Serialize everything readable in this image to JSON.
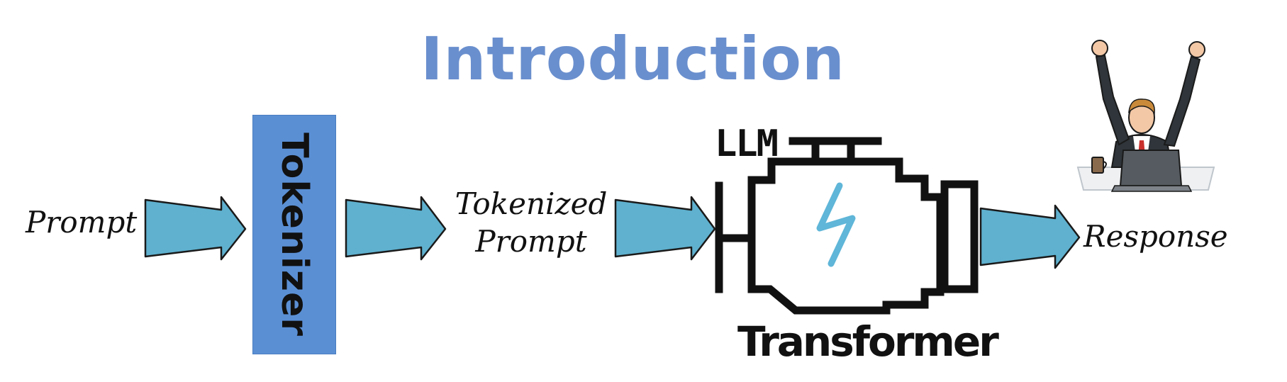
{
  "title": "Introduction",
  "nodes": {
    "prompt": "Prompt",
    "tokenizer": "Tokenizer",
    "tokenized_prompt_line1": "Tokenized",
    "tokenized_prompt_line2": "Prompt",
    "llm": "LLM",
    "transformer": "Transformer",
    "response": "Response"
  },
  "colors": {
    "title": "#6a8fce",
    "tokenizer_box": "#5a8fd4",
    "arrow_fill": "#5fb1cf",
    "lightning": "#5fb6d8",
    "outline": "#111111"
  },
  "icons": {
    "engine": "engine-icon",
    "lightning": "lightning-icon",
    "celebrating_person": "celebrating-person-icon"
  }
}
